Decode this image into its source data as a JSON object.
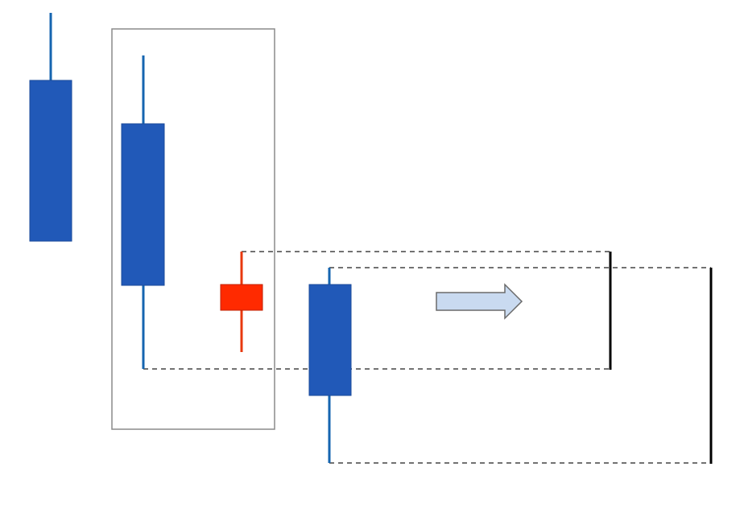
{
  "colors": {
    "bearish_body": "#2159b8",
    "bearish_wick": "#1565b0",
    "star_body": "#ff2a00",
    "star_wick": "#e8380e",
    "frame": "#8a8a8a",
    "dashed": "#444444",
    "range_marker": "#000000",
    "arrow_fill": "#c9daf0",
    "arrow_stroke": "#6a6a6a"
  },
  "candles": [
    {
      "name": "candle-1",
      "kind": "bearish",
      "high": 100,
      "open": 84,
      "close": 50,
      "low": 50
    },
    {
      "name": "candle-2",
      "kind": "bearish",
      "high": 91,
      "open": 75,
      "close": 41,
      "low": 16
    },
    {
      "name": "candle-3",
      "kind": "doji-star",
      "high": 33,
      "open": 30,
      "close": 25,
      "low": 14
    },
    {
      "name": "candle-4",
      "kind": "bearish",
      "high": 30,
      "open": 27,
      "close": 4,
      "low": -15
    }
  ],
  "icons": {
    "arrow": "right-arrow-icon"
  }
}
